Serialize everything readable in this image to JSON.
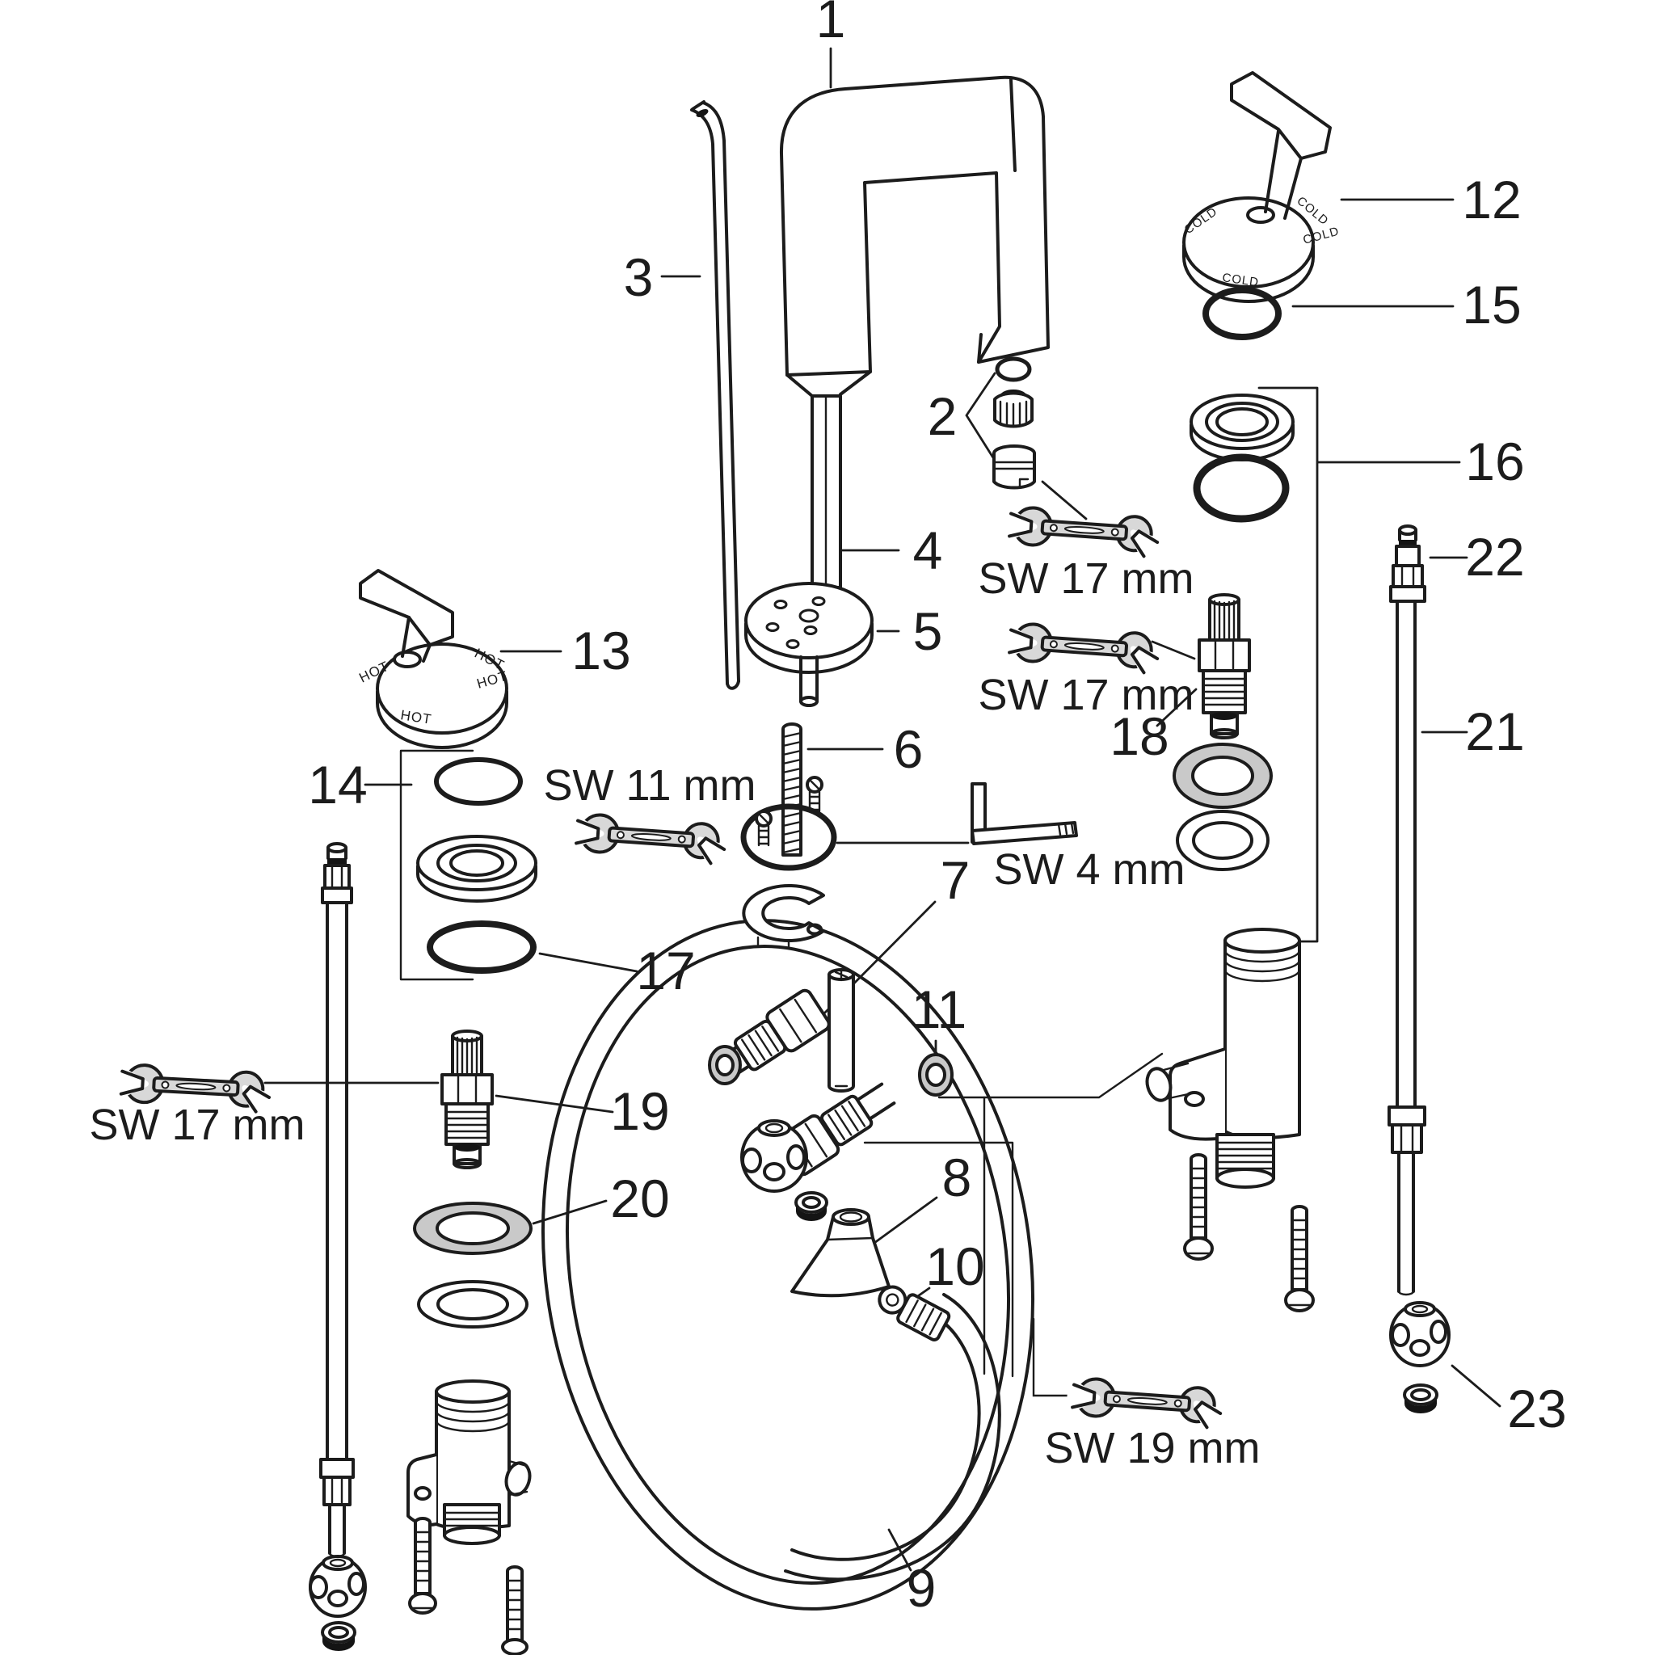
{
  "diagram": {
    "type": "exploded-parts-diagram",
    "subject": "3-hole basin faucet with HOT and COLD handles, spout, valves, hoses and mounting hardware",
    "colors": {
      "line": "#1c1c1c",
      "washer_gray": "#c9c9c9",
      "tool_gray": "#d8d8d8",
      "background": "#ffffff",
      "seal_black": "#141414"
    },
    "callouts": {
      "c1": "1",
      "c2": "2",
      "c3": "3",
      "c4": "4",
      "c5": "5",
      "c6": "6",
      "c7": "7",
      "c8": "8",
      "c9": "9",
      "c10": "10",
      "c11": "11",
      "c12": "12",
      "c13": "13",
      "c14": "14",
      "c15": "15",
      "c16": "16",
      "c17": "17",
      "c18": "18",
      "c19": "19",
      "c20": "20",
      "c21": "21",
      "c22": "22",
      "c23": "23"
    },
    "tools": {
      "sw17": "SW 17 mm",
      "sw11": "SW 11 mm",
      "sw4": "SW 4 mm",
      "sw19": "SW 19 mm"
    },
    "markings": {
      "hot": "HOT",
      "cold": "COLD"
    }
  }
}
